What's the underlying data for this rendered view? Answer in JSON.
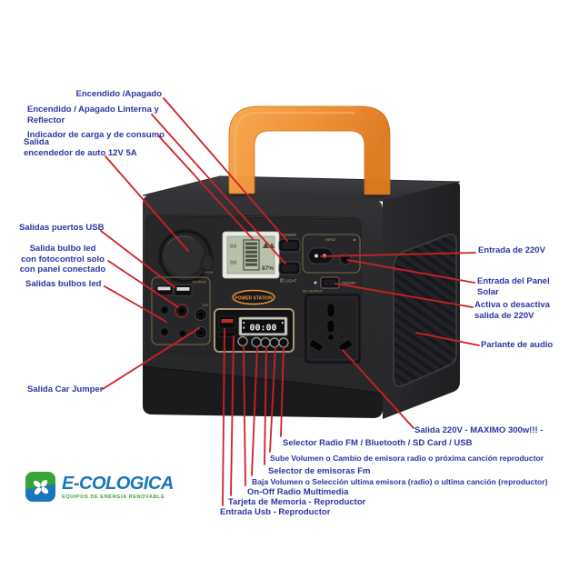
{
  "colors": {
    "line_color": "#cd2127",
    "annotation_text": "#2b35a3",
    "accent_orange": "#eb993f",
    "handle_orange": "#ef9440",
    "logo_blue": "#1b75bc",
    "logo_green": "#3aa338"
  },
  "annotations": {
    "power_toggle": "Encendido /Apagado",
    "flashlight_toggle": "Encendido / Apagado Linterna y\nReflector",
    "charge_indicator": "Indicador de carga y de consumo",
    "car_lighter_output": "Salida\nencendedor de auto 12V 5A",
    "usb_outputs": "Salidas puertos USB",
    "led_bulb_photocontrol": "Salida bulbo led\ncon fotocontrol solo\ncon panel conectado",
    "led_bulb_outputs": "Salidas bulbos led",
    "car_jumper_output": "Salida Car Jumper",
    "ac_input": "Entrada de 220V",
    "solar_input": "Entrada del Panel\nSolar",
    "ac_toggle": "Activa o desactiva\nsalida de 220V",
    "speaker": "Parlante de audio",
    "ac_output": "Salida 220V - MAXIMO 300w!!! -",
    "radio_selector": "Selector Radio FM / Bluetooth / SD Card / USB",
    "volume_up": "Sube Volumen o Cambio de emisora radio o próxima canción reproductor",
    "fm_selector": "Selector de emisoras Fm",
    "volume_down": "Baja Volumen o Selección ultima emisora (radio) o ultima canción (reproductor)",
    "radio_onoff": "On-Off Radio Multimedia",
    "memory_card": "Tarjeta de Memoria - Reproductor",
    "usb_input_player": "Entrada Usb - Reproductor"
  },
  "device": {
    "brand_plate": "POWER STATION",
    "power_button_label": "POWER",
    "light_button_label": "LIGHT",
    "input_section_label": "INPUT",
    "onoff_button_label": "ON/OFF",
    "ac_output_label": "AC OUTPUT",
    "output_section_label": "OUTPUT",
    "dc_12v_label": "12V",
    "socket_open_label": "OPEN",
    "lcd": {
      "battery_percent": "87%",
      "input_watts": "00",
      "output_watts": "00"
    },
    "clock_display": "00:00"
  },
  "logo": {
    "name": "E-COLOGICA",
    "tagline": "EQUIPOS DE ENERGÍA RENOVABLE"
  }
}
